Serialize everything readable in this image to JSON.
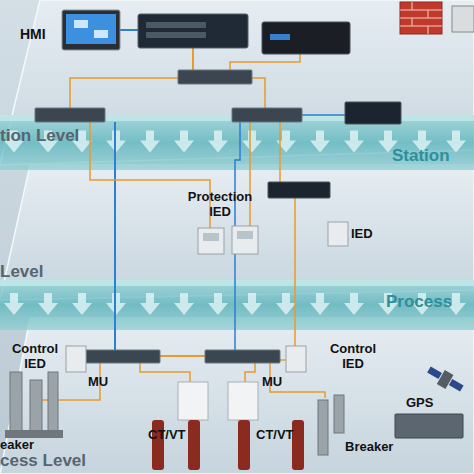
{
  "diagram": {
    "nodes": [
      {
        "text": [
          "tion Level"
        ]
      },
      {
        "text": [
          "HMI"
        ],
        "in": 0
      },
      {
        "text": [
          "Station"
        ]
      },
      {
        "text": [
          "Level"
        ]
      },
      {
        "text": [
          "Protection IED"
        ],
        "in": 3
      },
      {
        "text": [
          "IED"
        ],
        "in": 3
      },
      {
        "text": [
          "Process"
        ]
      },
      {
        "text": [
          "cess Level"
        ]
      },
      {
        "text": [
          "Control IED"
        ],
        "in": 7
      },
      {
        "text": [
          "MU"
        ],
        "in": 7
      },
      {
        "text": [
          "MU"
        ],
        "in": 7
      },
      {
        "text": [
          "Control IED"
        ],
        "in": 7
      },
      {
        "text": [
          "GPS"
        ],
        "in": 7
      },
      {
        "text": [
          "eaker"
        ],
        "in": 7
      },
      {
        "text": [
          "CT/VT"
        ],
        "in": 7
      },
      {
        "text": [
          "CT/VT"
        ],
        "in": 7
      },
      {
        "text": [
          "Breaker"
        ],
        "in": 7
      }
    ]
  }
}
